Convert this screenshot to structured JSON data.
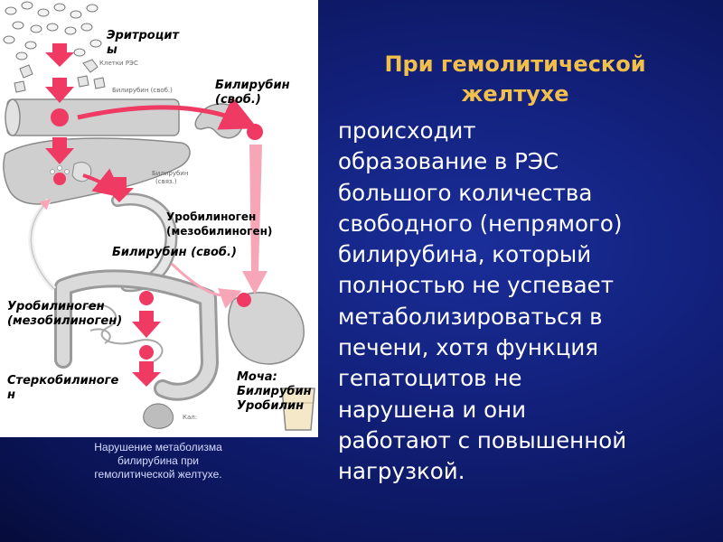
{
  "slide": {
    "heading": "При гемолитической\nжелтухе",
    "body": "происходит\nобразование в РЭС\nбольшого количества\nсвободного (непрямого)\nбилирубина, который\nполностью не успевает\nметаболизироваться в\nпечени, хотя функция\nгепатоцитов не\nнарушена и они\nработают с повышенной\nнагрузкой.",
    "caption": "Нарушение метаболизма\nбилирубина при\nгемолитической желтухе."
  },
  "diagram": {
    "labels": {
      "erythrocytes": "Эритроцит\nы",
      "bilirubin_free": "Билирубин\n(своб.)",
      "urobilinogen_upper": "Уробилиноген\n(мезобилиноген)",
      "bilirubin_free_intestine": "Билирубин (своб.)",
      "urobilinogen_lower": "Уробилиноген\n(мезобилиноген)",
      "stercobilinogen": "Стеркобилиноге\nн",
      "urine": "Моча:\nБилирубин\nУробилин"
    },
    "tiny_labels": {
      "res_cells": "Клетки РЭС",
      "bilirubin_free_small": "Билирубин (своб.)",
      "bilirubin_bound_small_1": "Билирубин",
      "bilirubin_bound_small_2": "(связ.)",
      "feces": "Кал:"
    },
    "colors": {
      "arrow": "#ef3b63",
      "arrow_light": "#f7a6b8",
      "organ": "#d0d0d0",
      "organ_dark": "#9a9a9a"
    }
  }
}
